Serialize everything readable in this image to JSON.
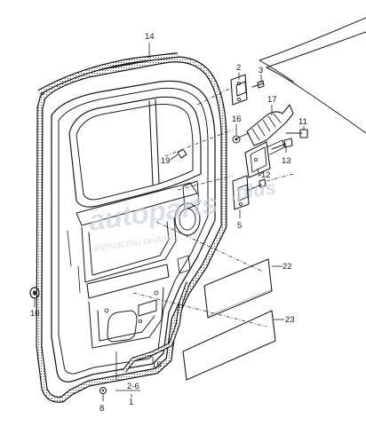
{
  "labels": {
    "n14": "14",
    "n2": "2",
    "n3": "3",
    "n17": "17",
    "n16": "16",
    "n11": "11",
    "n19": "19",
    "n13": "13",
    "n12": "12",
    "n5": "5",
    "n22": "22",
    "n10": "10",
    "n23": "23",
    "n15": "15",
    "n26": "2-6",
    "n8": "8",
    "n1": "1"
  },
  "watermark": {
    "brand": "autoparts",
    "tld": ".plus",
    "tagline": "запчасти онлайн"
  },
  "colors": {
    "line": "#1e1e1e",
    "seal_fill": "#ffffff",
    "watermark": "#c9d1dc"
  }
}
